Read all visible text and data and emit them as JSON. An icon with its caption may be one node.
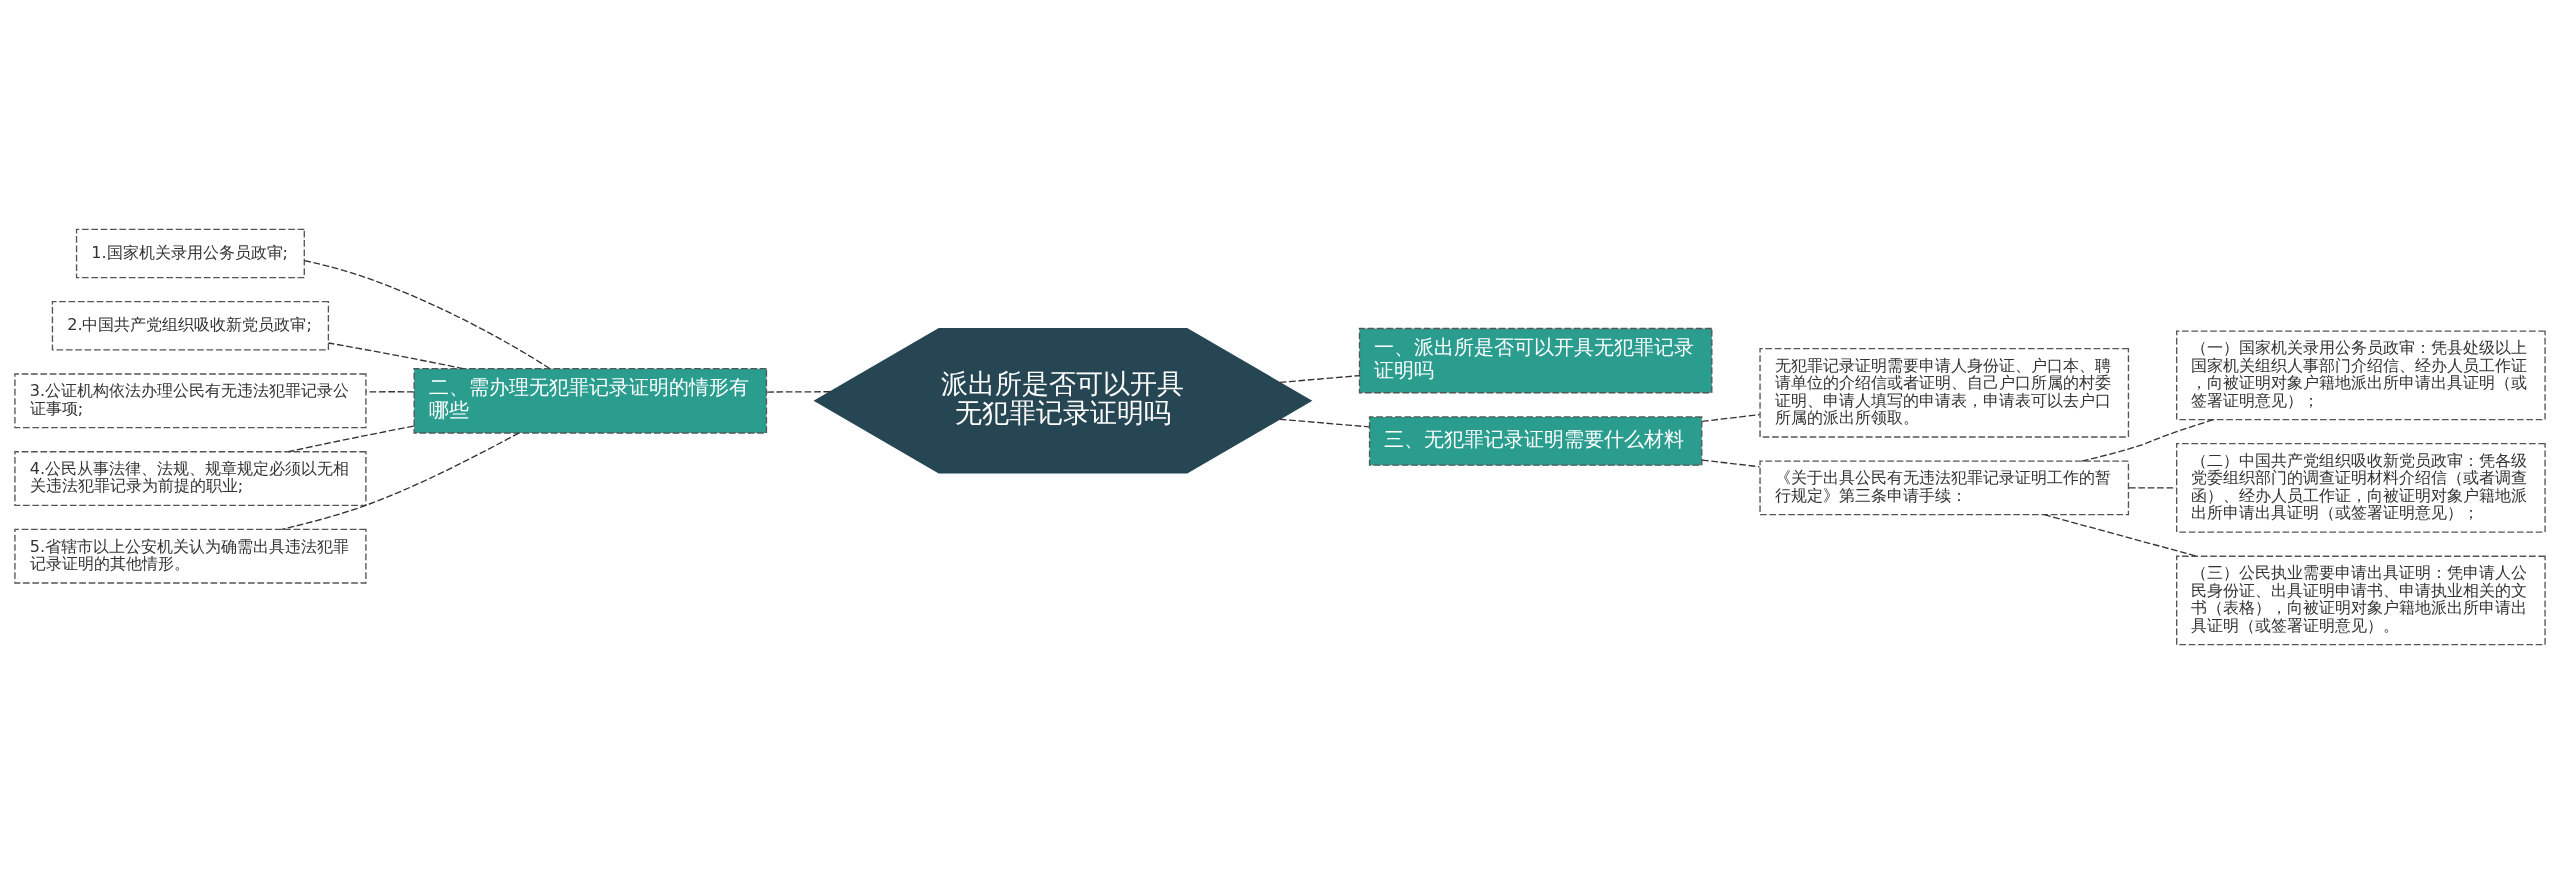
{
  "diagram": {
    "nodes": [
      {
        "text": [
          "派出所是否可以开具无犯罪记录证明吗"
        ]
      },
      {
        "text": [
          "一、派出所是否可以开具无犯罪记录证明吗"
        ]
      },
      {
        "text": [
          "二、需办理无犯罪记录证明的情形有哪些"
        ]
      },
      {
        "text": [
          "1.国家机关录用公务员政审;"
        ]
      },
      {
        "text": [
          "2.中国共产党组织吸收新党员政审;"
        ]
      },
      {
        "text": [
          "3.公证机构依法办理公民有无违法犯罪记录公证事项;"
        ]
      },
      {
        "text": [
          "4.公民从事法律、法规、规章规定必须以无相关违法犯罪记录为前提的职业;"
        ]
      },
      {
        "text": [
          "5.省辖市以上公安机关认为确需出具违法犯罪记录证明的其他情形。"
        ]
      },
      {
        "text": [
          "三、无犯罪记录证明需要什么材料"
        ]
      },
      {
        "text": [
          "无犯罪记录证明需要申请人身份证、户口本、聘请单位的介绍信或者证明、自己户口所属的村委证明、申请人填写的申请表，申请表可以去户口所属的派出所领取。"
        ]
      },
      {
        "text": [
          "《关于出具公民有无违法犯罪记录证明工作的暂行规定》第三条申请手续："
        ]
      },
      {
        "text": [
          "（一）国家机关录用公务员政审：凭县处级以上国家机关组织人事部门介绍信、经办人员工作证，向被证明对象户籍地派出所申请出具证明（或签署证明意见）；"
        ]
      },
      {
        "text": [
          "（二）中国共产党组织吸收新党员政审：凭各级党委组织部门的调查证明材料介绍信（或者调查函）、经办人员工作证，向被证明对象户籍地派出所申请出具证明（或签署证明意见）；"
        ]
      },
      {
        "text": [
          "（三）公民执业需要申请出具证明：凭申请人公民身份证、出具证明申请书、申请执业相关的文书（表格），向被证明对象户籍地派出所申请出具证明（或签署证明意见）。"
        ]
      }
    ],
    "edges": [
      {
        "from": 0,
        "to": 1,
        "arrow": "none"
      },
      {
        "from": 0,
        "to": 2,
        "arrow": "none"
      },
      {
        "from": 2,
        "to": 3,
        "arrow": "none"
      },
      {
        "from": 2,
        "to": 4,
        "arrow": "none"
      },
      {
        "from": 2,
        "to": 5,
        "arrow": "none"
      },
      {
        "from": 2,
        "to": 6,
        "arrow": "none"
      },
      {
        "from": 2,
        "to": 7,
        "arrow": "none"
      },
      {
        "from": 0,
        "to": 8,
        "arrow": "none"
      },
      {
        "from": 8,
        "to": 9,
        "arrow": "none"
      },
      {
        "from": 8,
        "to": 10,
        "arrow": "none"
      },
      {
        "from": 10,
        "to": 11,
        "arrow": "none"
      },
      {
        "from": 10,
        "to": 12,
        "arrow": "none"
      },
      {
        "from": 10,
        "to": 13,
        "arrow": "none"
      }
    ]
  }
}
